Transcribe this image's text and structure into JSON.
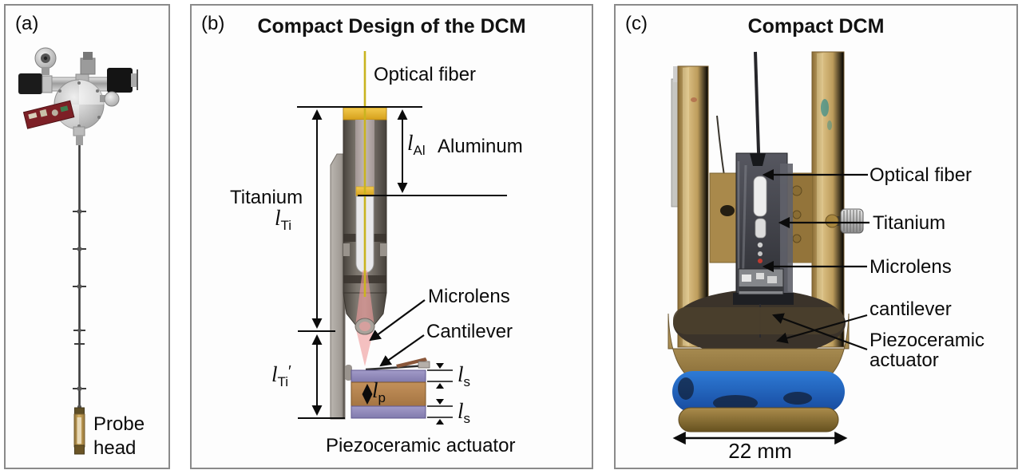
{
  "figure": {
    "background": "#ffffff",
    "panel_border_color": "#8a8a8a"
  },
  "panel_a": {
    "tag": "(a)",
    "probe_head_line1": "Probe",
    "probe_head_line2": "head"
  },
  "panel_b": {
    "tag": "(b)",
    "title": "Compact Design of the DCM",
    "labels": {
      "optical_fiber": "Optical fiber",
      "aluminum": "Aluminum",
      "titanium": "Titanium",
      "microlens": "Microlens",
      "cantilever": "Cantilever",
      "piezoceramic_actuator": "Piezoceramic actuator",
      "length_symbol": "l",
      "sub_aluminum": "Al",
      "sub_titanium": "Ti",
      "prime_mark": "′",
      "sub_piezo": "p",
      "sub_shim": "s"
    }
  },
  "panel_c": {
    "tag": "(c)",
    "title": "Compact DCM",
    "labels": {
      "optical_fiber": "Optical fiber",
      "titanium": "Titanium",
      "microlens": "Microlens",
      "cantilever": "cantilever",
      "piezoceramic_line1": "Piezoceramic",
      "piezoceramic_line2": "actuator",
      "scale": "22 mm"
    }
  },
  "colors": {
    "gold_cap": "#e3b52d",
    "optical_fiber_yellow": "#c9b41f",
    "titanium_tube_gray": "#6e6861",
    "titanium_plate_gray": "#a9a49e",
    "beam_pink": "#ef9b9b",
    "piezo_brown": "#b48450",
    "shim_lavender": "#938cbc",
    "brass": "#b6995c",
    "base_blue": "#2e7bd6",
    "photo_bracket_gray": "#3a3b40"
  }
}
